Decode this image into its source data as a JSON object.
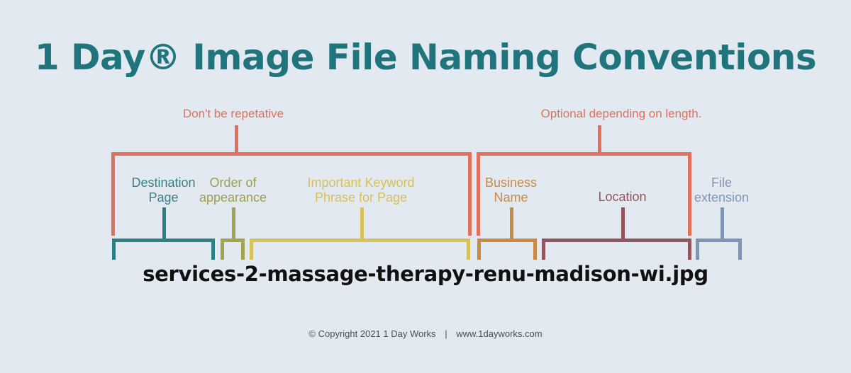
{
  "page": {
    "title": "1 Day® Image File Naming Conventions",
    "background_color": "#e3e9f1",
    "title_color": "#20757d"
  },
  "annotations": [
    {
      "text": "Don't be repetative",
      "color": "#e2715c"
    },
    {
      "text": "Optional depending on length.",
      "color": "#e2715c"
    }
  ],
  "segments": [
    {
      "label_line1": "Destination",
      "label_line2": "Page",
      "color": "#2d7f84"
    },
    {
      "label_line1": "Order of",
      "label_line2": "appearance",
      "color": "#a0a54e"
    },
    {
      "label_line1": "Important Keyword",
      "label_line2": "Phrase for Page",
      "color": "#d7c259"
    },
    {
      "label_line1": "Business",
      "label_line2": "Name",
      "color": "#c98a43"
    },
    {
      "label_line1": "Location",
      "label_line2": "",
      "color": "#92555e"
    },
    {
      "label_line1": "File",
      "label_line2": "extension",
      "color": "#7e95b5"
    }
  ],
  "filename": {
    "text": "services-2-massage-therapy-renu-madison-wi.jpg"
  },
  "footer": {
    "copyright": "© Copyright 2021 1 Day Works",
    "separator": "|",
    "website": "www.1dayworks.com"
  }
}
